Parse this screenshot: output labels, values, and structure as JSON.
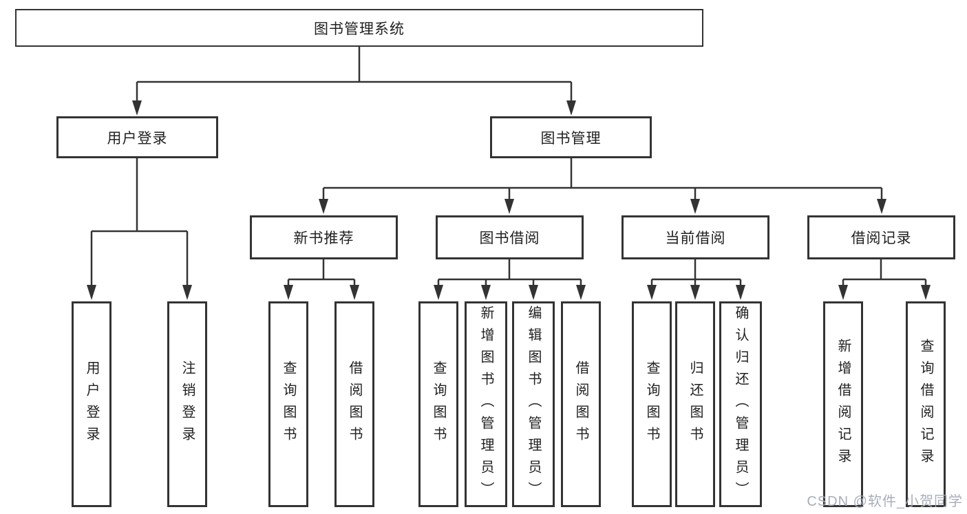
{
  "colors": {
    "line": "#333333",
    "box_border": "#333333",
    "text": "#212121",
    "background": "#ffffff",
    "watermark": "#a2aab6"
  },
  "diagram": {
    "root": {
      "label": "图书管理系统",
      "children": [
        {
          "label": "用户登录",
          "children": [
            {
              "label": "用户登录"
            },
            {
              "label": "注销登录"
            }
          ]
        },
        {
          "label": "图书管理",
          "children": [
            {
              "label": "新书推荐",
              "children": [
                {
                  "label": "查询图书"
                },
                {
                  "label": "借阅图书"
                }
              ]
            },
            {
              "label": "图书借阅",
              "children": [
                {
                  "label": "查询图书"
                },
                {
                  "label": "新增图书（管理员）"
                },
                {
                  "label": "编辑图书（管理员）"
                },
                {
                  "label": "借阅图书"
                }
              ]
            },
            {
              "label": "当前借阅",
              "children": [
                {
                  "label": "查询图书"
                },
                {
                  "label": "归还图书"
                },
                {
                  "label": "确认归还（管理员）"
                }
              ]
            },
            {
              "label": "借阅记录",
              "children": [
                {
                  "label": "新增借阅记录"
                },
                {
                  "label": "查询借阅记录"
                }
              ]
            }
          ]
        }
      ]
    }
  },
  "watermark": {
    "text": "CSDN @软件_小贺同学"
  }
}
